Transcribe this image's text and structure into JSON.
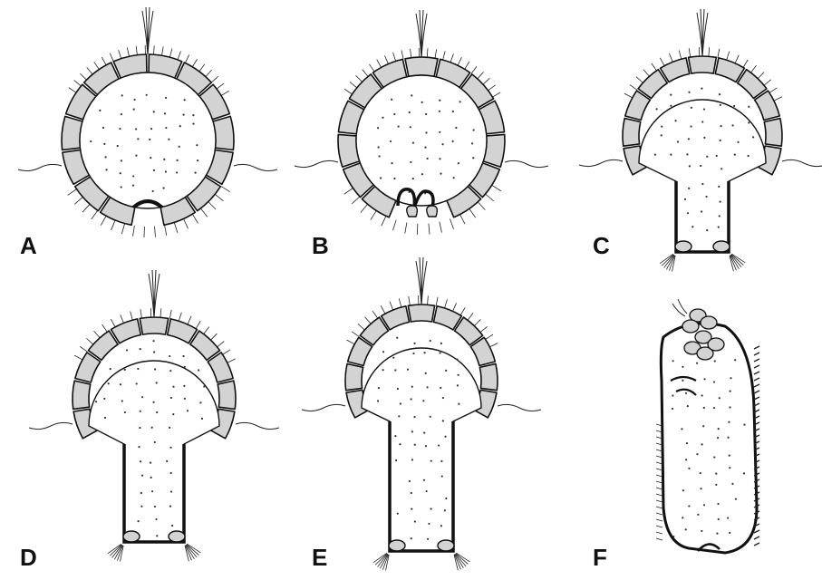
{
  "figure": {
    "panels": [
      {
        "id": "a",
        "label": "A"
      },
      {
        "id": "b",
        "label": "B"
      },
      {
        "id": "c",
        "label": "C"
      },
      {
        "id": "d",
        "label": "D"
      },
      {
        "id": "e",
        "label": "E"
      },
      {
        "id": "f",
        "label": "F"
      }
    ]
  },
  "colors": {
    "outline": "#111111",
    "cell_fill": "#d3d3d3",
    "interior": "#ffffff",
    "dots": "#333333",
    "cilia": "#222222"
  }
}
